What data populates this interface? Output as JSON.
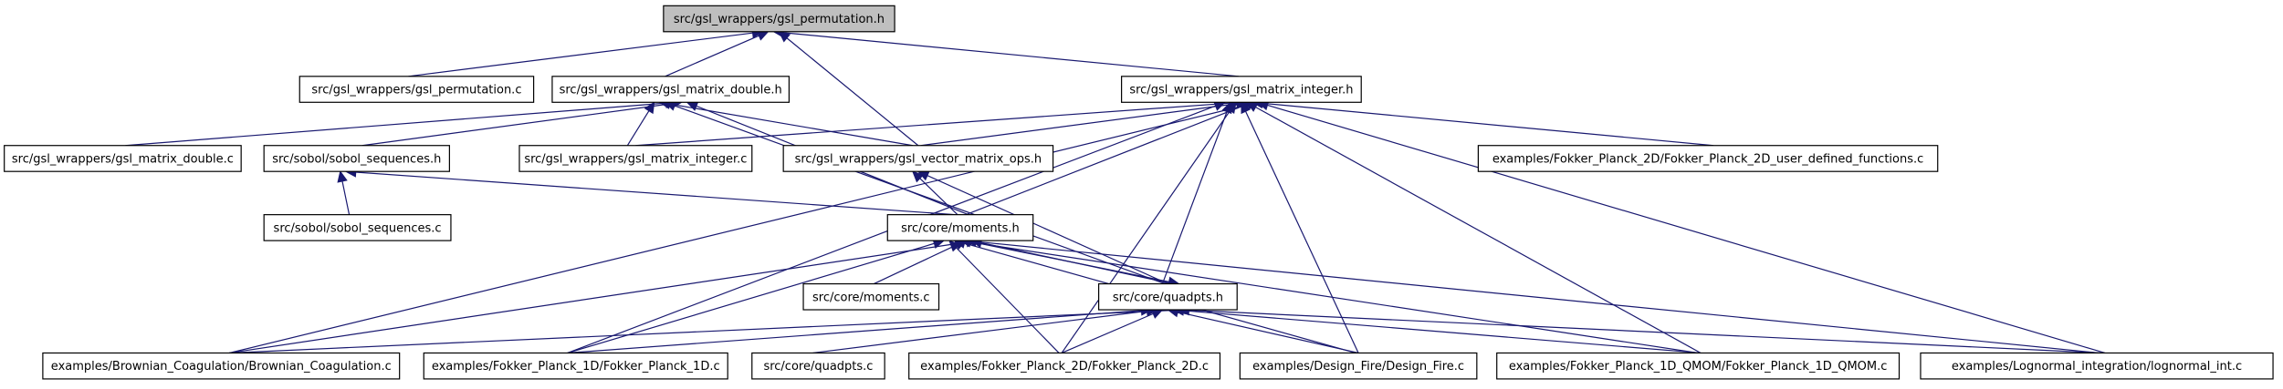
{
  "title": "Include dependency graph",
  "colors": {
    "edge": "#191970",
    "root_fill": "#bfbfbf",
    "node_fill": "#ffffff",
    "border": "#000000"
  },
  "nodes": [
    {
      "id": "gsl_permutation_h",
      "label": "src/gsl_wrappers/gsl_permutation.h",
      "root": true
    },
    {
      "id": "gsl_permutation_c",
      "label": "src/gsl_wrappers/gsl_permutation.c"
    },
    {
      "id": "gsl_matrix_double_h",
      "label": "src/gsl_wrappers/gsl_matrix_double.h"
    },
    {
      "id": "gsl_matrix_integer_h",
      "label": "src/gsl_wrappers/gsl_matrix_integer.h"
    },
    {
      "id": "gsl_matrix_double_c",
      "label": "src/gsl_wrappers/gsl_matrix_double.c"
    },
    {
      "id": "sobol_sequences_h",
      "label": "src/sobol/sobol_sequences.h"
    },
    {
      "id": "gsl_matrix_integer_c",
      "label": "src/gsl_wrappers/gsl_matrix_integer.c"
    },
    {
      "id": "gsl_vector_matrix_ops_h",
      "label": "src/gsl_wrappers/gsl_vector_matrix_ops.h"
    },
    {
      "id": "fp2d_user_defined_c",
      "label": "examples/Fokker_Planck_2D/Fokker_Planck_2D_user_defined_functions.c"
    },
    {
      "id": "sobol_sequences_c",
      "label": "src/sobol/sobol_sequences.c"
    },
    {
      "id": "moments_h",
      "label": "src/core/moments.h"
    },
    {
      "id": "moments_c",
      "label": "src/core/moments.c"
    },
    {
      "id": "quadpts_h",
      "label": "src/core/quadpts.h"
    },
    {
      "id": "brownian_c",
      "label": "examples/Brownian_Coagulation/Brownian_Coagulation.c"
    },
    {
      "id": "fp1d_c",
      "label": "examples/Fokker_Planck_1D/Fokker_Planck_1D.c"
    },
    {
      "id": "quadpts_c",
      "label": "src/core/quadpts.c"
    },
    {
      "id": "fp2d_c",
      "label": "examples/Fokker_Planck_2D/Fokker_Planck_2D.c"
    },
    {
      "id": "design_fire_c",
      "label": "examples/Design_Fire/Design_Fire.c"
    },
    {
      "id": "fp1d_qmom_c",
      "label": "examples/Fokker_Planck_1D_QMOM/Fokker_Planck_1D_QMOM.c"
    },
    {
      "id": "lognormal_c",
      "label": "examples/Lognormal_integration/lognormal_int.c"
    }
  ],
  "edges": [
    [
      "gsl_permutation_c",
      "gsl_permutation_h"
    ],
    [
      "gsl_matrix_double_h",
      "gsl_permutation_h"
    ],
    [
      "gsl_matrix_integer_h",
      "gsl_permutation_h"
    ],
    [
      "gsl_vector_matrix_ops_h",
      "gsl_permutation_h"
    ],
    [
      "gsl_matrix_double_c",
      "gsl_matrix_double_h"
    ],
    [
      "sobol_sequences_h",
      "gsl_matrix_double_h"
    ],
    [
      "moments_h",
      "gsl_matrix_double_h"
    ],
    [
      "gsl_matrix_integer_c",
      "gsl_matrix_double_h"
    ],
    [
      "gsl_vector_matrix_ops_h",
      "gsl_matrix_double_h"
    ],
    [
      "quadpts_h",
      "gsl_matrix_double_h"
    ],
    [
      "gsl_matrix_integer_c",
      "gsl_matrix_integer_h"
    ],
    [
      "gsl_vector_matrix_ops_h",
      "gsl_matrix_integer_h"
    ],
    [
      "moments_h",
      "gsl_matrix_integer_h"
    ],
    [
      "brownian_c",
      "gsl_matrix_integer_h"
    ],
    [
      "fp1d_c",
      "gsl_matrix_integer_h"
    ],
    [
      "quadpts_h",
      "gsl_matrix_integer_h"
    ],
    [
      "fp2d_c",
      "gsl_matrix_integer_h"
    ],
    [
      "design_fire_c",
      "gsl_matrix_integer_h"
    ],
    [
      "fp1d_qmom_c",
      "gsl_matrix_integer_h"
    ],
    [
      "fp2d_user_defined_c",
      "gsl_matrix_integer_h"
    ],
    [
      "lognormal_c",
      "gsl_matrix_integer_h"
    ],
    [
      "sobol_sequences_c",
      "sobol_sequences_h"
    ],
    [
      "moments_h",
      "sobol_sequences_h"
    ],
    [
      "moments_h",
      "gsl_vector_matrix_ops_h"
    ],
    [
      "quadpts_h",
      "gsl_vector_matrix_ops_h"
    ],
    [
      "moments_c",
      "moments_h"
    ],
    [
      "quadpts_h",
      "moments_h"
    ],
    [
      "brownian_c",
      "moments_h"
    ],
    [
      "fp1d_c",
      "moments_h"
    ],
    [
      "fp2d_c",
      "moments_h"
    ],
    [
      "design_fire_c",
      "moments_h"
    ],
    [
      "fp1d_qmom_c",
      "moments_h"
    ],
    [
      "lognormal_c",
      "moments_h"
    ],
    [
      "moments_h",
      "quadpts_h"
    ],
    [
      "brownian_c",
      "quadpts_h"
    ],
    [
      "fp1d_c",
      "quadpts_h"
    ],
    [
      "quadpts_c",
      "quadpts_h"
    ],
    [
      "fp2d_c",
      "quadpts_h"
    ],
    [
      "design_fire_c",
      "quadpts_h"
    ],
    [
      "fp1d_qmom_c",
      "quadpts_h"
    ],
    [
      "lognormal_c",
      "quadpts_h"
    ]
  ]
}
